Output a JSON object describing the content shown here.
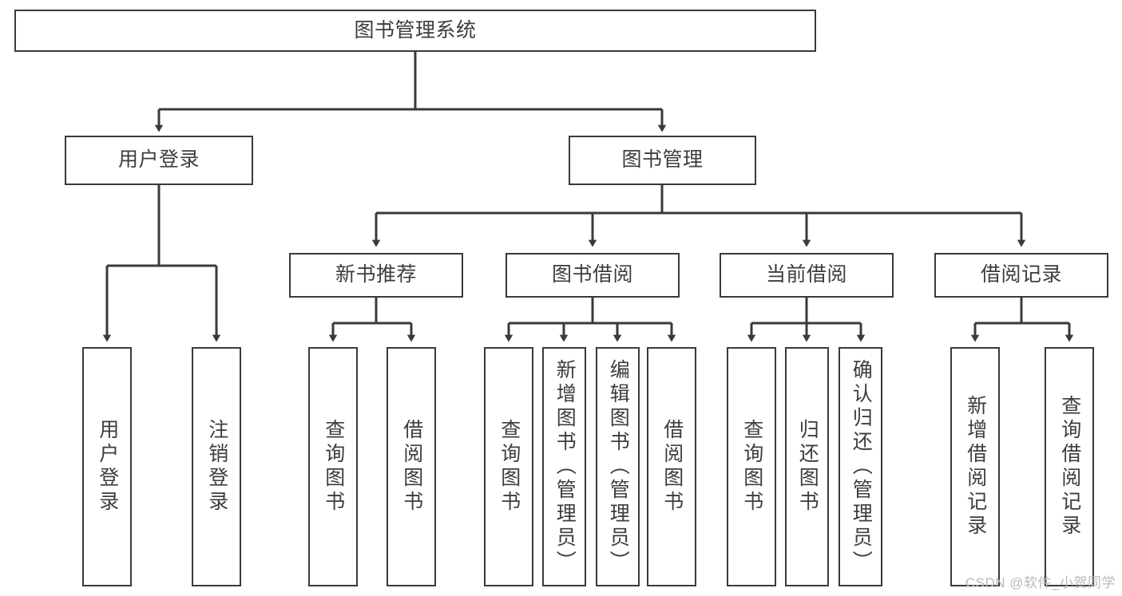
{
  "diagram": {
    "title": "图书管理系统",
    "type": "functional-structure-tree",
    "orientation": "top-down",
    "root": {
      "id": "root",
      "label": "图书管理系统"
    },
    "level2": [
      {
        "id": "user-login",
        "label": "用户登录"
      },
      {
        "id": "book-manage",
        "label": "图书管理"
      }
    ],
    "level3": [
      {
        "id": "new-book-rec",
        "label": "新书推荐",
        "parent": "book-manage"
      },
      {
        "id": "book-borrow",
        "label": "图书借阅",
        "parent": "book-manage"
      },
      {
        "id": "current-borrow",
        "label": "当前借阅",
        "parent": "book-manage"
      },
      {
        "id": "borrow-record",
        "label": "借阅记录",
        "parent": "book-manage"
      }
    ],
    "leaves": [
      {
        "id": "leaf-user-login",
        "label": "用户登录",
        "parent": "user-login"
      },
      {
        "id": "leaf-logout",
        "label": "注销登录",
        "parent": "user-login"
      },
      {
        "id": "leaf-query-book-1",
        "label": "查询图书",
        "parent": "new-book-rec"
      },
      {
        "id": "leaf-borrow-book-1",
        "label": "借阅图书",
        "parent": "new-book-rec"
      },
      {
        "id": "leaf-query-book-2",
        "label": "查询图书",
        "parent": "book-borrow"
      },
      {
        "id": "leaf-add-book",
        "label": "新增图书（管理员）",
        "parent": "book-borrow"
      },
      {
        "id": "leaf-edit-book",
        "label": "编辑图书（管理员）",
        "parent": "book-borrow"
      },
      {
        "id": "leaf-borrow-book-2",
        "label": "借阅图书",
        "parent": "book-borrow"
      },
      {
        "id": "leaf-query-book-3",
        "label": "查询图书",
        "parent": "current-borrow"
      },
      {
        "id": "leaf-return-book",
        "label": "归还图书",
        "parent": "current-borrow"
      },
      {
        "id": "leaf-confirm-return",
        "label": "确认归还（管理员）",
        "parent": "current-borrow"
      },
      {
        "id": "leaf-add-record",
        "label": "新增借阅记录",
        "parent": "borrow-record"
      },
      {
        "id": "leaf-query-record",
        "label": "查询借阅记录",
        "parent": "borrow-record"
      }
    ],
    "colors": {
      "box_border": "#3a3a3a",
      "box_fill": "#ffffff",
      "text": "#3d3d3d",
      "connector": "#3a3a3a",
      "watermark": "#b9b9b9",
      "background": "#ffffff"
    }
  },
  "watermark": {
    "text": "CSDN @软件_小贺同学"
  }
}
